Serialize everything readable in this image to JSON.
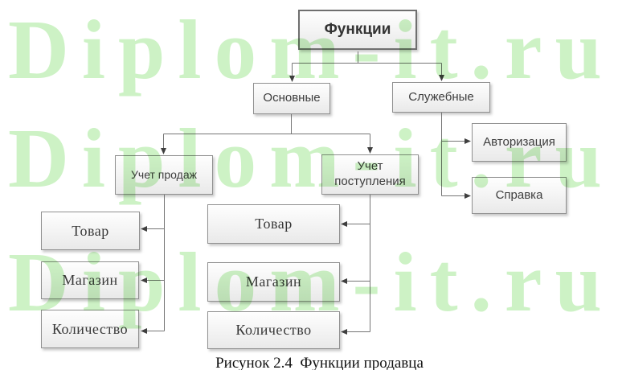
{
  "figure": {
    "caption": "Рисунок 2.4  Функции продавца"
  },
  "watermark": {
    "text": "Diplom-it.ru",
    "rows": 3,
    "color": "#cdf2c5"
  },
  "colors": {
    "box_border": "#909090",
    "box_fill_top": "#fefefe",
    "box_fill_bottom": "#e9e9e9",
    "box_text": "#3d3d3d",
    "connector_line": "#757575",
    "arrowhead": "#3f3f3f",
    "watermark_green": "#cdf2c5",
    "background": "#ffffff"
  },
  "nodes": {
    "funkcii": {
      "label": "Функции"
    },
    "osnovnye": {
      "label": "Основные"
    },
    "sluzhebnye": {
      "label": "Служебные"
    },
    "uchet_prodazh": {
      "label": "Учет продаж"
    },
    "uchet_postupleniya": {
      "label": "Учет поступления"
    },
    "avtorizaciya": {
      "label": "Авторизация"
    },
    "spravka": {
      "label": "Справка"
    },
    "prodazh_tovar": {
      "label": "Товар"
    },
    "prodazh_magazin": {
      "label": "Магазин"
    },
    "prodazh_kolichestvo": {
      "label": "Количество"
    },
    "postupleniya_tovar": {
      "label": "Товар"
    },
    "postupleniya_magazin": {
      "label": "Магазин"
    },
    "postupleniya_kolichestvo": {
      "label": "Количество"
    }
  },
  "hierarchy": {
    "Функции": {
      "Основные": {
        "Учет продаж": [
          "Товар",
          "Магазин",
          "Количество"
        ],
        "Учет поступления": [
          "Товар",
          "Магазин",
          "Количество"
        ]
      },
      "Служебные": [
        "Авторизация",
        "Справка"
      ]
    }
  }
}
